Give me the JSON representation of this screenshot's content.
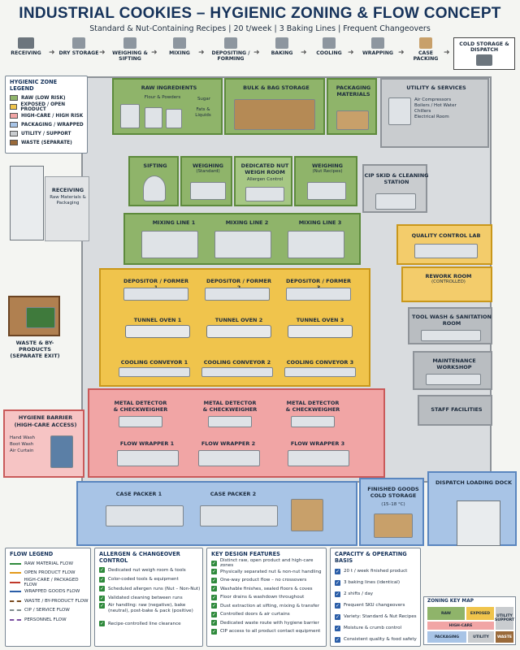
{
  "header": {
    "title": "INDUSTRIAL COOKIES – HYGIENIC ZONING & FLOW CONCEPT",
    "subtitle": "Standard & Nut-Containing Recipes   |   20 t/week   |   3 Baking Lines   |   Frequent Changeovers"
  },
  "process_steps": [
    {
      "label": "RECEIVING"
    },
    {
      "label": "DRY STORAGE"
    },
    {
      "label": "WEIGHING & SIFTING"
    },
    {
      "label": "MIXING"
    },
    {
      "label": "DEPOSITING / FORMING"
    },
    {
      "label": "BAKING"
    },
    {
      "label": "COOLING"
    },
    {
      "label": "WRAPPING"
    },
    {
      "label": "CASE PACKING"
    },
    {
      "label": "COLD STORAGE & DISPATCH"
    }
  ],
  "zone_legend": {
    "title": "HYGIENIC ZONE LEGEND",
    "items": [
      {
        "label": "RAW (LOW RISK)",
        "color": "#8fb46a"
      },
      {
        "label": "EXPOSED / OPEN PRODUCT",
        "color": "#f0c44c"
      },
      {
        "label": "HIGH-CARE / HIGH RISK",
        "color": "#f1a5a5"
      },
      {
        "label": "PACKAGING / WRAPPED",
        "color": "#a8c4e6"
      },
      {
        "label": "UTILITY / SUPPORT",
        "color": "#c9cccf"
      },
      {
        "label": "WASTE (SEPARATE)",
        "color": "#9a6a3a"
      }
    ]
  },
  "areas": {
    "raw_ingredients": {
      "title": "RAW INGREDIENTS",
      "items": [
        "Flour & Powders",
        "Sugar",
        "Fats & Liquids"
      ]
    },
    "bulk_bag": {
      "title": "BULK & BAG STORAGE"
    },
    "packaging_materials": {
      "title": "PACKAGING MATERIALS"
    },
    "utility": {
      "title": "UTILITY & SERVICES",
      "items": [
        "Air Compressors",
        "Boilers / Hot Water",
        "Chillers",
        "Electrical Room"
      ]
    },
    "sifting": {
      "title": "SIFTING"
    },
    "weighing_std": {
      "title": "WEIGHING",
      "sub": "(Standard)"
    },
    "nut_room": {
      "title": "DEDICATED NUT WEIGH ROOM",
      "sub": "Allergen Control"
    },
    "weighing_nut": {
      "title": "WEIGHING",
      "sub": "(Nut Recipes)"
    },
    "cip": {
      "title": "CIP SKID & CLEANING STATION"
    },
    "receiving": {
      "title": "RECEIVING",
      "sub": "Raw Materials & Packaging"
    },
    "mixing": [
      "MIXING LINE 1",
      "MIXING LINE 2",
      "MIXING LINE 3"
    ],
    "qc_lab": {
      "title": "QUALITY CONTROL LAB"
    },
    "rework": {
      "title": "REWORK ROOM",
      "sub": "(CONTROLLED)"
    },
    "depositors": [
      "DEPOSITOR / FORMER 1",
      "DEPOSITOR / FORMER 2",
      "DEPOSITOR / FORMER 3"
    ],
    "ovens": [
      "TUNNEL OVEN 1",
      "TUNNEL OVEN 2",
      "TUNNEL OVEN 3"
    ],
    "tool_wash": {
      "title": "TOOL WASH & SANITATION ROOM"
    },
    "maintenance": {
      "title": "MAINTENANCE WORKSHOP"
    },
    "waste": {
      "title": "WASTE & BY-PRODUCTS",
      "sub": "(SEPARATE EXIT)"
    },
    "cooling": [
      "COOLING CONVEYOR 1",
      "COOLING CONVEYOR 2",
      "COOLING CONVEYOR 3"
    ],
    "staff": {
      "title": "STAFF FACILITIES"
    },
    "metal_detectors": [
      "METAL DETECTOR & CHECKWEIGHER",
      "METAL DETECTOR & CHECKWEIGHER",
      "METAL DETECTOR & CHECKWEIGHER"
    ],
    "hygiene_barrier": {
      "title": "HYGIENE BARRIER",
      "sub": "(HIGH-CARE ACCESS)",
      "items": [
        "Hand Wash",
        "Boot Wash",
        "Air Curtain"
      ]
    },
    "wrappers": [
      "FLOW WRAPPER 1",
      "FLOW WRAPPER 2",
      "FLOW WRAPPER 3"
    ],
    "case_packers": [
      "CASE PACKER 1",
      "CASE PACKER 2"
    ],
    "cold_storage": {
      "title": "FINISHED GOODS COLD STORAGE",
      "sub": "(15–18 °C)"
    },
    "dispatch": {
      "title": "DISPATCH LOADING DOCK"
    }
  },
  "flow_legend": {
    "title": "FLOW LEGEND",
    "items": [
      {
        "label": "RAW MATERIAL FLOW",
        "color": "#2f8a3c"
      },
      {
        "label": "OPEN PRODUCT FLOW",
        "color": "#e39a1a"
      },
      {
        "label": "HIGH-CARE / PACKAGED FLOW",
        "color": "#c0392b"
      },
      {
        "label": "WRAPPED GOODS FLOW",
        "color": "#2b5ea8"
      },
      {
        "label": "WASTE / BY-PRODUCT FLOW",
        "color": "#7a4a1f"
      },
      {
        "label": "CIP / SERVICE FLOW",
        "color": "#7f8c8d"
      },
      {
        "label": "PERSONNEL FLOW",
        "color": "#7b4fa0"
      }
    ]
  },
  "allergen_panel": {
    "title": "ALLERGEN & CHANGEOVER CONTROL",
    "items": [
      "Dedicated nut weigh room & tools",
      "Color-coded tools & equipment",
      "Scheduled allergen runs (Nut – Non-Nut)",
      "Validated cleaning between runs",
      "Air handling: raw (negative), bake (neutral), post-bake & pack (positive)",
      "Recipe-controlled line clearance"
    ]
  },
  "design_panel": {
    "title": "KEY DESIGN FEATURES",
    "items": [
      "Distinct raw, open product and high-care zones",
      "Physically separated nut & non-nut handling",
      "One-way product flow – no crossovers",
      "Washable finishes, sealed floors & coves",
      "Floor drains & washdown throughout",
      "Dust extraction at sifting, mixing & transfer",
      "Controlled doors & air curtains",
      "Dedicated waste route with hygiene barrier",
      "CIP access to all product contact equipment"
    ]
  },
  "capacity_panel": {
    "title": "CAPACITY & OPERATING BASIS",
    "items": [
      "20 t / week finished product",
      "3 baking lines (identical)",
      "2 shifts / day",
      "Frequent SKU changeovers",
      "Variety: Standard & Nut Recipes",
      "Moisture & crumb control",
      "Consistent quality & food safety"
    ]
  },
  "key_map": {
    "title": "ZONING KEY MAP",
    "cells": [
      "RAW",
      "EXPOSED",
      "UTILITY SUPPORT",
      "HIGH-CARE",
      "PACKAGING",
      "UTILITY",
      "WASTE"
    ]
  }
}
